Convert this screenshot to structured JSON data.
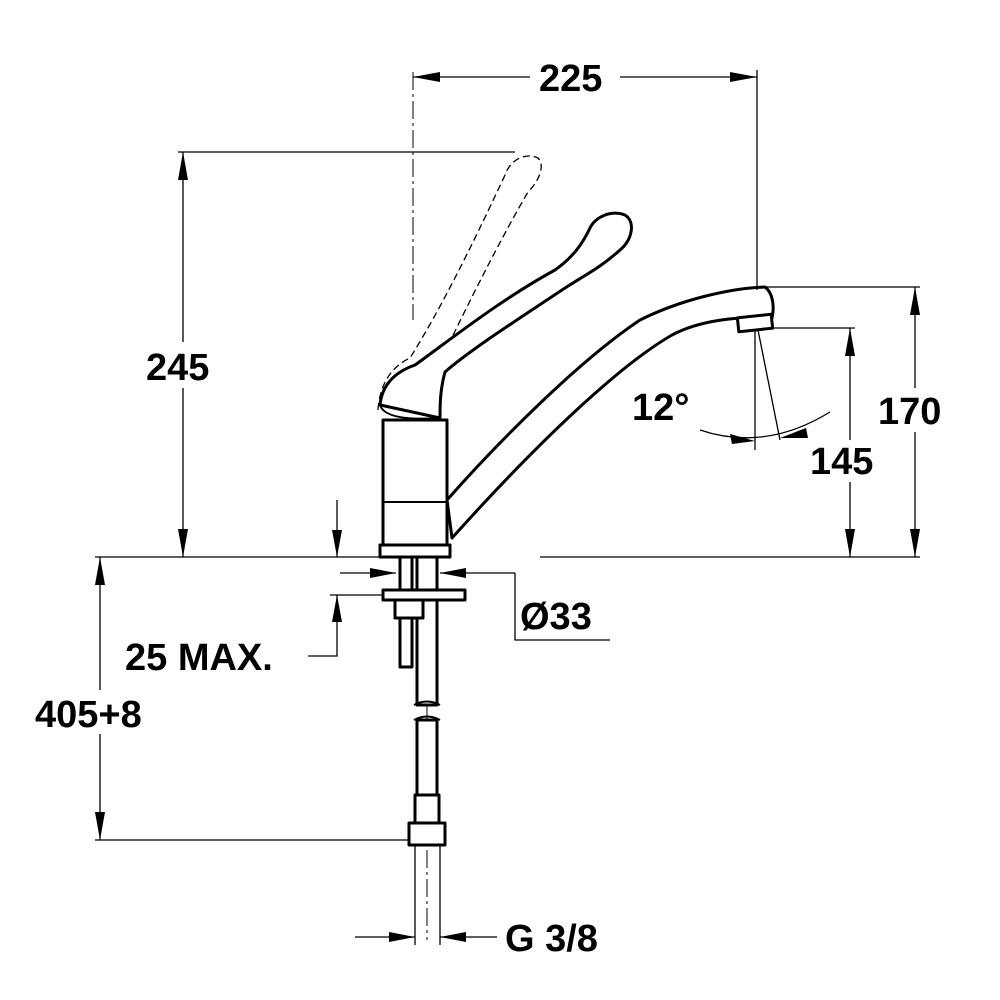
{
  "dimensions": {
    "spout_reach": "225",
    "handle_height": "245",
    "spout_height": "170",
    "outlet_height": "145",
    "spout_angle": "12°",
    "hole_diameter": "Ø33",
    "deck_thickness": "25 MAX.",
    "hose_length": "405+8",
    "connection_thread": "G 3/8"
  }
}
